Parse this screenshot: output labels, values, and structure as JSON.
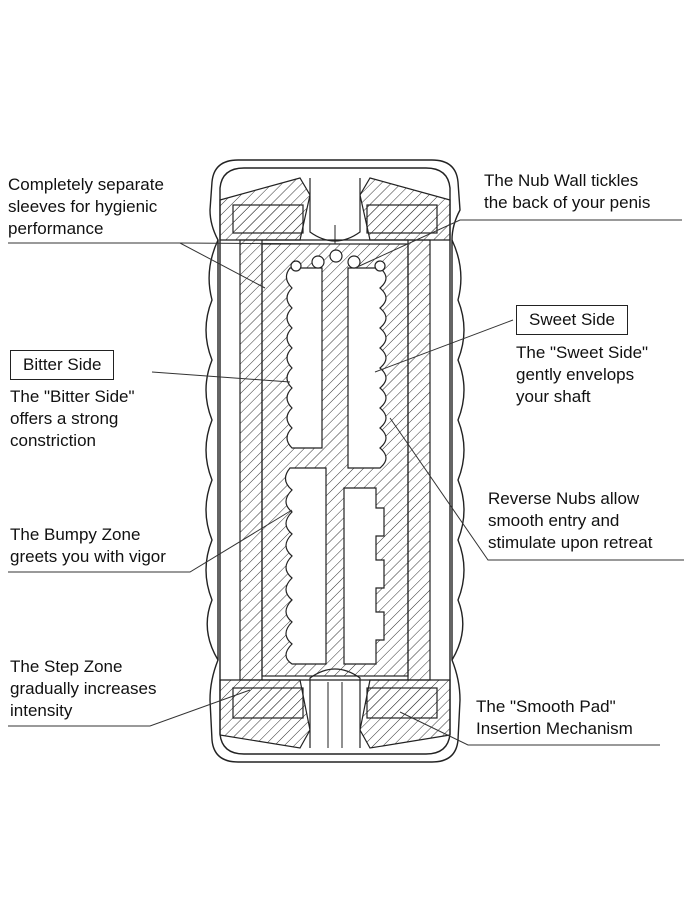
{
  "callouts": {
    "separate_sleeves": [
      "Completely separate",
      "sleeves for hygienic",
      "performance"
    ],
    "nub_wall": [
      "The Nub Wall tickles",
      "the back of your penis"
    ],
    "sweet_tag": "Sweet Side",
    "sweet_desc": [
      "The \"Sweet Side\"",
      "gently envelops",
      "your shaft"
    ],
    "bitter_tag": "Bitter Side",
    "bitter_desc": [
      "The \"Bitter Side\"",
      "offers a strong",
      "constriction"
    ],
    "reverse_nubs": [
      "Reverse Nubs allow",
      "smooth entry and",
      "stimulate upon retreat"
    ],
    "bumpy_zone": [
      "The Bumpy Zone",
      "greets you with vigor"
    ],
    "step_zone": [
      "The Step Zone",
      "gradually increases",
      "intensity"
    ],
    "smooth_pad": [
      "The \"Smooth Pad\"",
      "Insertion Mechanism"
    ]
  }
}
